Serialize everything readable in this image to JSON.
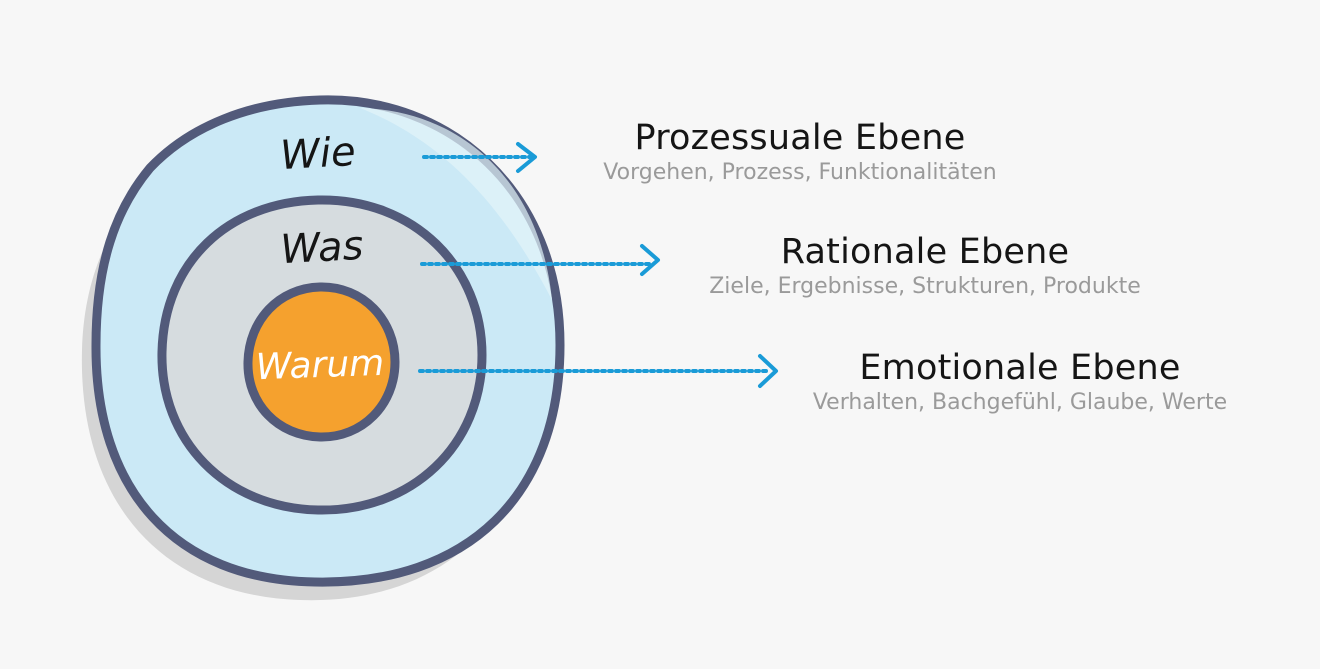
{
  "rings": {
    "outer_label": "Wie",
    "middle_label": "Was",
    "inner_label": "Warum"
  },
  "levels": [
    {
      "title": "Prozessuale Ebene",
      "subtitle": "Vorgehen, Prozess, Funktionalitäten"
    },
    {
      "title": "Rationale Ebene",
      "subtitle": "Ziele, Ergebnisse, Strukturen, Produkte"
    },
    {
      "title": "Emotionale Ebene",
      "subtitle": "Verhalten, Bachgefühl, Glaube, Werte"
    }
  ],
  "colors": {
    "outer_fill": "#cbe9f6",
    "middle_fill": "#d6dcdf",
    "inner_fill": "#f5a12e",
    "ring_stroke": "#525a7a",
    "shadow": "#d5d5d5",
    "arrow": "#1a9bd7",
    "title_text": "#151515",
    "subtitle_text": "#9a9a9a",
    "inner_label_text": "#ffffff"
  }
}
